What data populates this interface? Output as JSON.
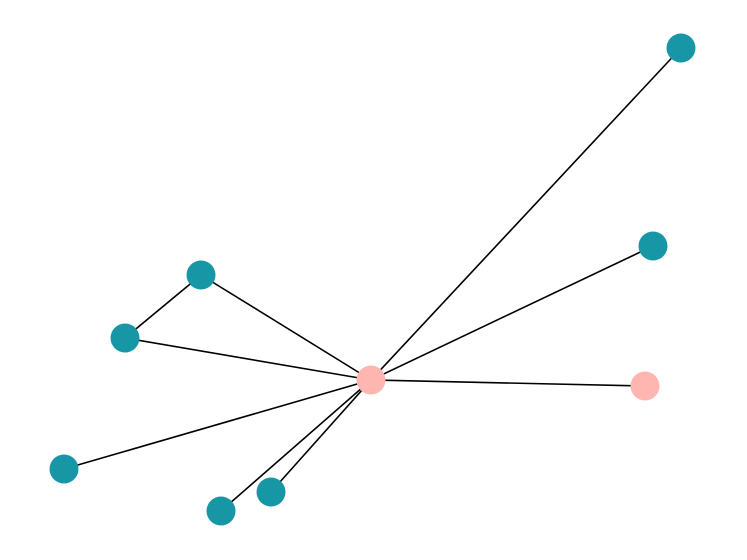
{
  "graph": {
    "colors": {
      "teal": "#1797a6",
      "pink": "#ffb6b0",
      "edge": "#000000",
      "background": "#ffffff"
    },
    "nodes": [
      {
        "id": "hub",
        "color": "pink"
      },
      {
        "id": "n-top-right",
        "color": "teal"
      },
      {
        "id": "n-right",
        "color": "teal"
      },
      {
        "id": "n-right-pink",
        "color": "pink"
      },
      {
        "id": "n-upper-left",
        "color": "teal"
      },
      {
        "id": "n-left",
        "color": "teal"
      },
      {
        "id": "n-far-left",
        "color": "teal"
      },
      {
        "id": "n-bottom-left",
        "color": "teal"
      },
      {
        "id": "n-bottom-mid",
        "color": "teal"
      }
    ],
    "edges": [
      {
        "source": "hub",
        "target": "n-top-right"
      },
      {
        "source": "hub",
        "target": "n-right"
      },
      {
        "source": "hub",
        "target": "n-right-pink"
      },
      {
        "source": "hub",
        "target": "n-upper-left"
      },
      {
        "source": "hub",
        "target": "n-left"
      },
      {
        "source": "hub",
        "target": "n-far-left"
      },
      {
        "source": "hub",
        "target": "n-bottom-left"
      },
      {
        "source": "hub",
        "target": "n-bottom-mid"
      },
      {
        "source": "n-upper-left",
        "target": "n-left"
      }
    ]
  }
}
